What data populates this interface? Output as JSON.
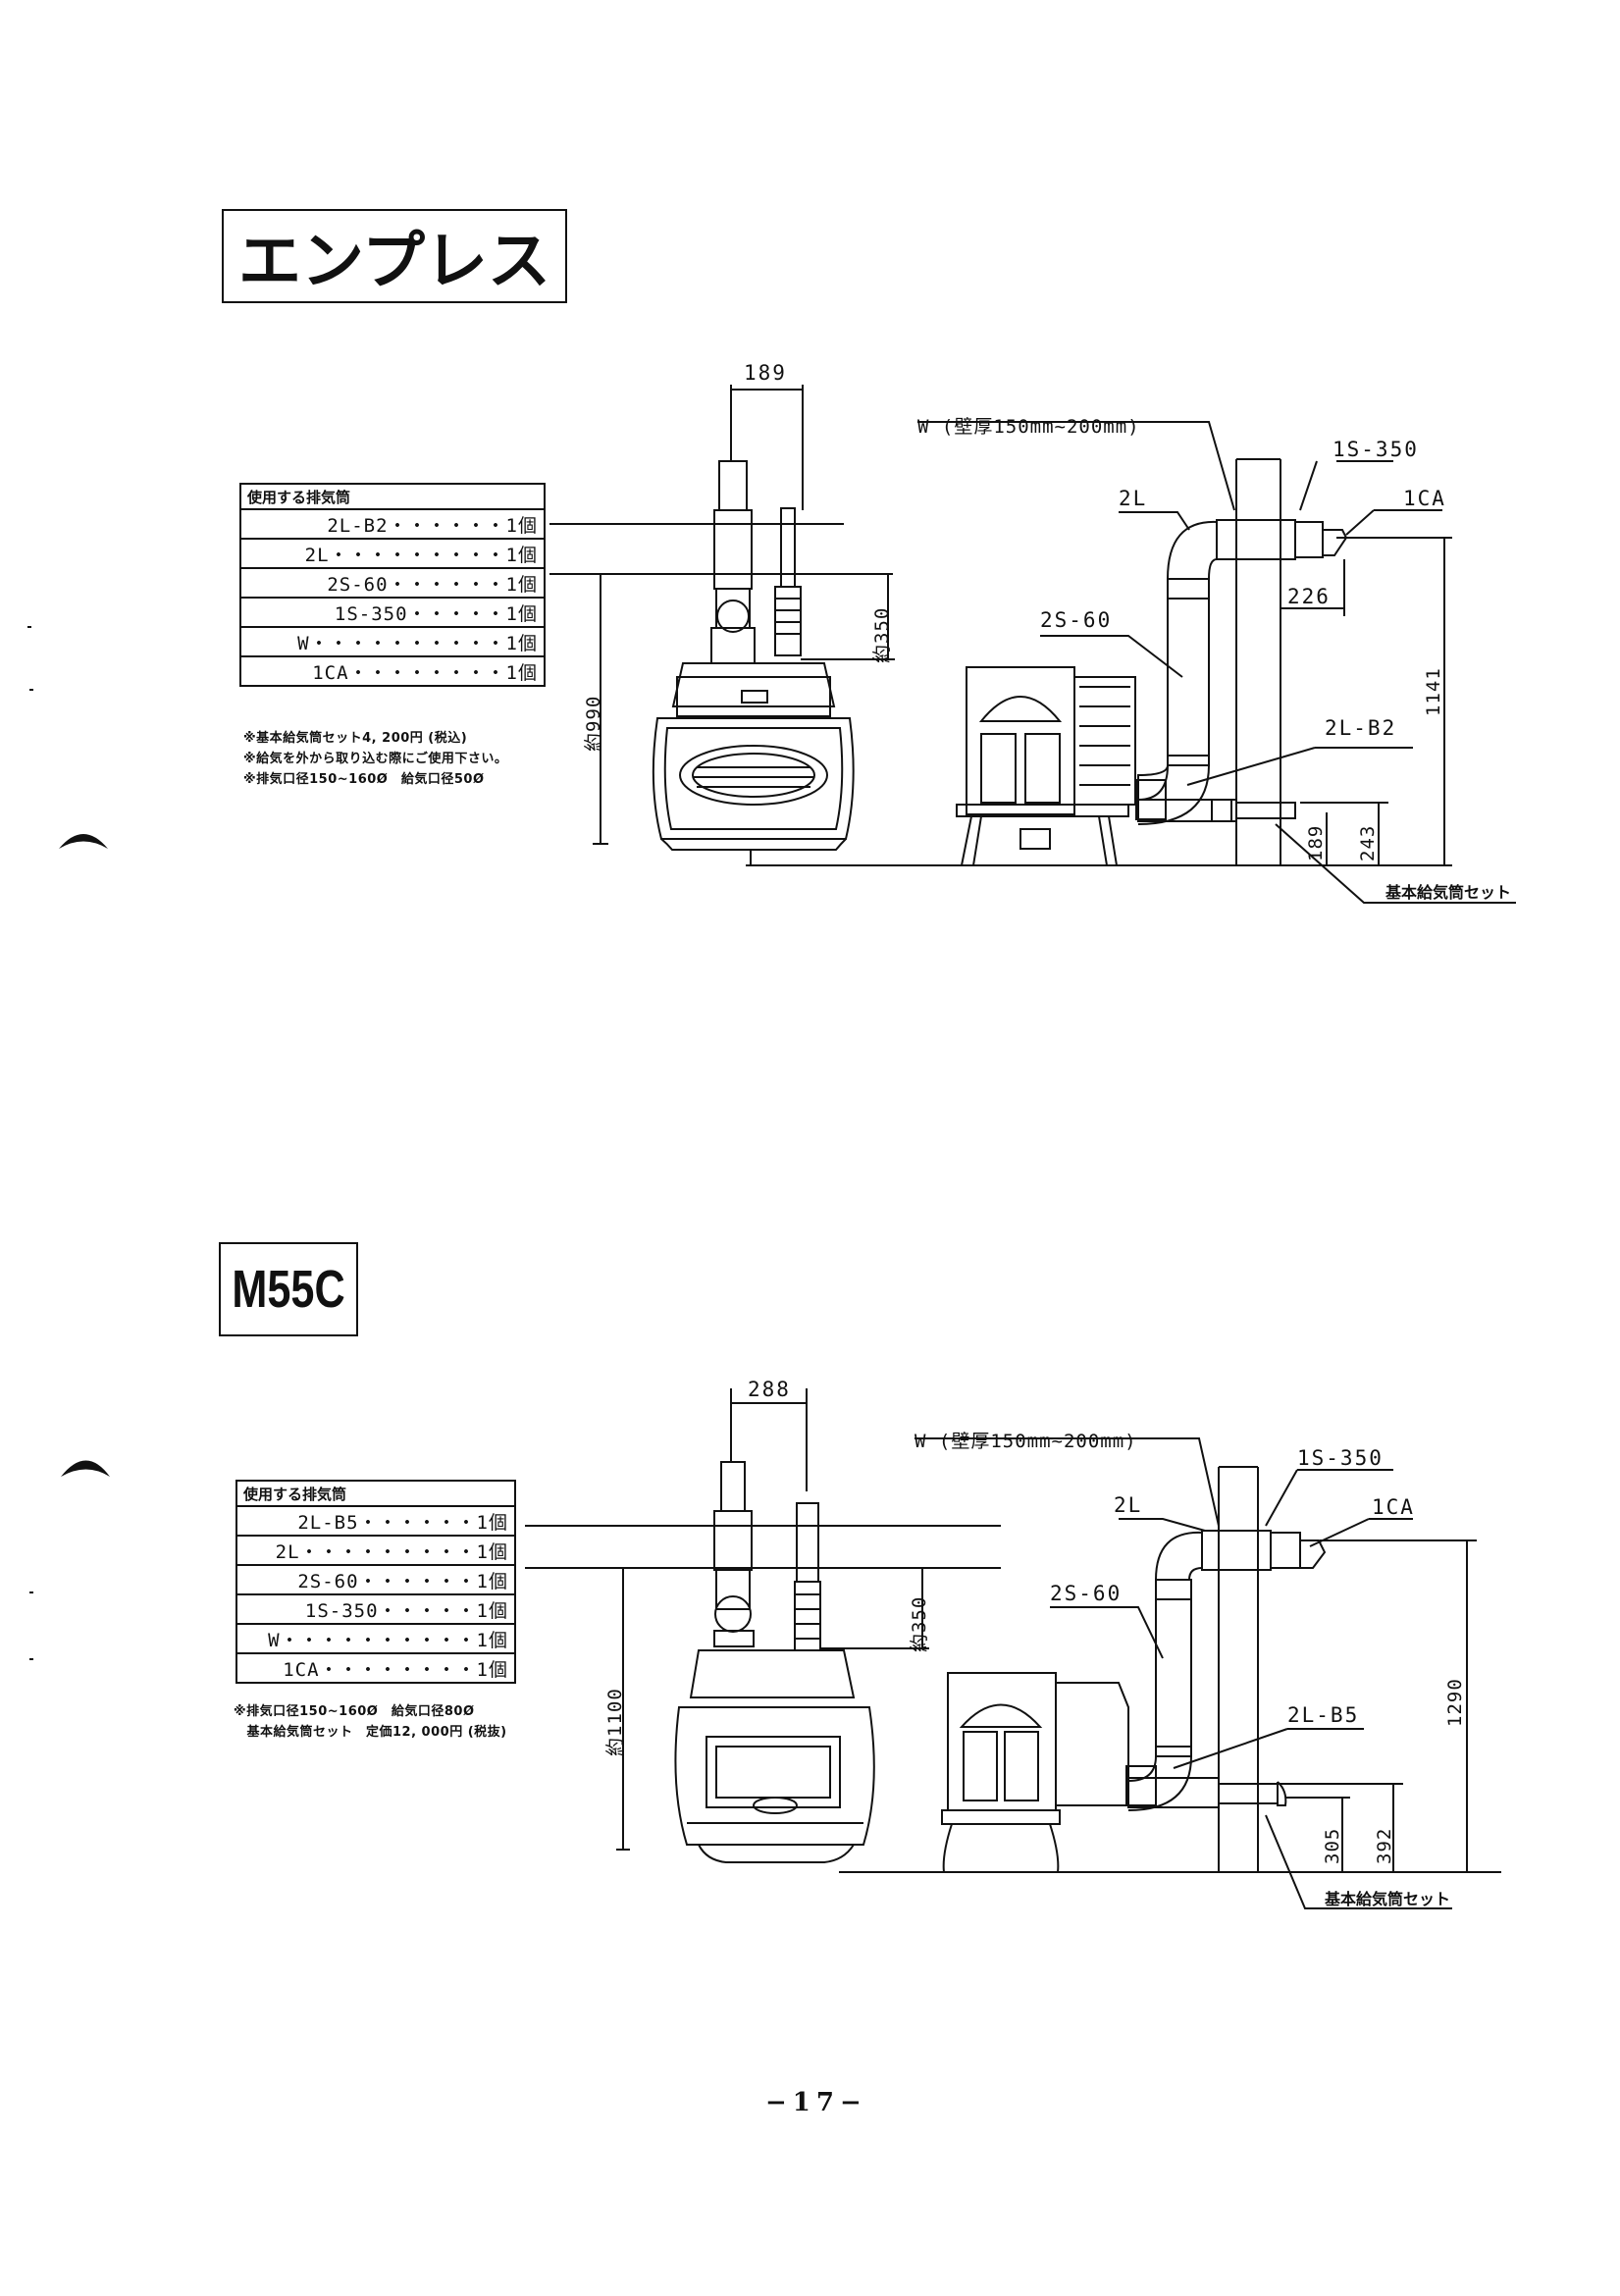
{
  "page_number": "−17−",
  "sections": [
    {
      "title": "エンプレス",
      "table_header": "使用する排気筒",
      "parts": [
        "2L-B2・・・・・・1個",
        "2L・・・・・・・・・1個",
        "2S-60・・・・・・1個",
        "1S-350・・・・・1個",
        "W・・・・・・・・・・1個",
        "1CA・・・・・・・・1個"
      ],
      "notes": [
        "※基本給気筒セット4, 200円 (税込)",
        "※給気を外から取り込む際にご使用下さい。",
        "※排気口径150~160Ø　給気口径50Ø"
      ],
      "dims": {
        "top_width": "189",
        "pipe_height": "約350",
        "total_height": "約990",
        "side_offset": "226",
        "height_1141": "1141",
        "height_243": "243",
        "height_189": "189"
      },
      "callouts": {
        "wall": "W (壁厚150mm~200mm)",
        "c1s350": "1S-350",
        "c1ca": "1CA",
        "c2l": "2L",
        "c2s60": "2S-60",
        "c2lb": "2L-B2",
        "intake_set": "基本給気筒セット"
      }
    },
    {
      "title": "M55C",
      "table_header": "使用する排気筒",
      "parts": [
        "2L-B5・・・・・・1個",
        "2L・・・・・・・・・1個",
        "2S-60・・・・・・1個",
        "1S-350・・・・・1個",
        "W・・・・・・・・・・1個",
        "1CA・・・・・・・・1個"
      ],
      "notes": [
        "※排気口径150~160Ø　給気口径80Ø",
        "　基本給気筒セット　定価12, 000円 (税抜)"
      ],
      "dims": {
        "top_width": "288",
        "pipe_height": "約350",
        "total_height": "約1100",
        "height_1290": "1290",
        "height_392": "392",
        "height_305": "305"
      },
      "callouts": {
        "wall": "W (壁厚150mm~200mm)",
        "c1s350": "1S-350",
        "c1ca": "1CA",
        "c2l": "2L",
        "c2s60": "2S-60",
        "c2lb": "2L-B5",
        "intake_set": "基本給気筒セット"
      }
    }
  ]
}
